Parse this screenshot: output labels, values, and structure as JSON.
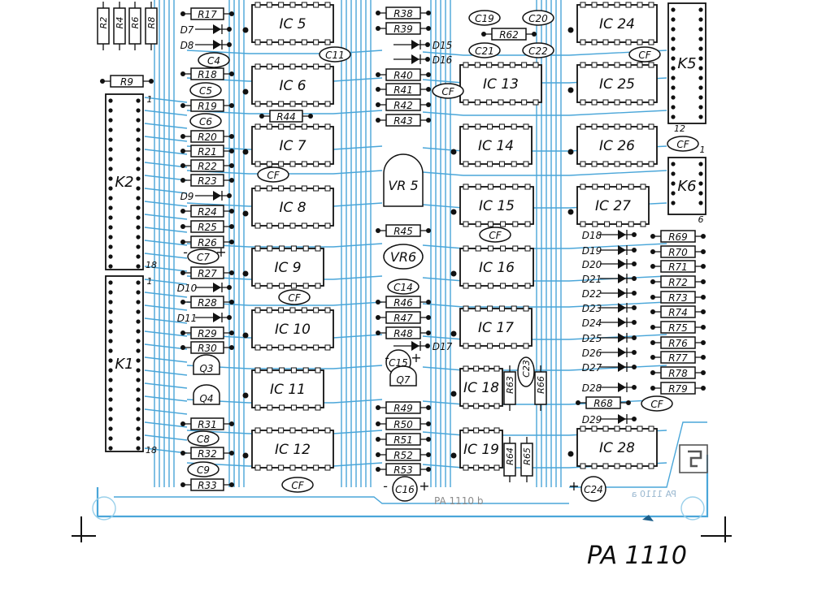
{
  "board": {
    "title": "PA 1110",
    "footer_text": "PA 1110 b",
    "mirror_text": "PA 1110 a",
    "colors": {
      "copper_trace": "#4aa6d9",
      "silkscreen": "#0f0f0f",
      "background": "#ffffff"
    }
  },
  "ics": [
    "IC 5",
    "IC 6",
    "IC 7",
    "IC 8",
    "IC 9",
    "IC 10",
    "IC 11",
    "IC 12",
    "IC 13",
    "IC 14",
    "IC 15",
    "IC 16",
    "IC 17",
    "IC 18",
    "IC 19",
    "IC 24",
    "IC 25",
    "IC 26",
    "IC 27",
    "IC 28"
  ],
  "connectors": [
    "K1",
    "K2",
    "K5",
    "K6"
  ],
  "connector_pins": {
    "k2_top": "1",
    "k2_bottom": "18",
    "k1_top": "1",
    "k1_bottom": "18",
    "k5_bottom": "12",
    "k6_top": "1",
    "k6_bottom": "6"
  },
  "regulators": [
    "VR 5",
    "VR6"
  ],
  "transistors": [
    "Q3",
    "Q4",
    "Q7"
  ],
  "resistors_top": [
    "R2",
    "R4",
    "R6",
    "R8"
  ],
  "resistors_left": [
    "R9",
    "R17",
    "R18",
    "R19",
    "R20",
    "R21",
    "R22",
    "R23",
    "R24",
    "R25",
    "R26",
    "R27",
    "R28",
    "R29",
    "R30",
    "R31",
    "R32",
    "R33",
    "R44"
  ],
  "resistors_mid": [
    "R38",
    "R39",
    "R40",
    "R41",
    "R42",
    "R43",
    "R45",
    "R46",
    "R47",
    "R48",
    "R49",
    "R50",
    "R51",
    "R52",
    "R53"
  ],
  "resistors_right": [
    "R62",
    "R63",
    "R64",
    "R65",
    "R66",
    "R68",
    "R69",
    "R70",
    "R71",
    "R72",
    "R73",
    "R74",
    "R75",
    "R76",
    "R77",
    "R78",
    "R79"
  ],
  "capacitors": [
    "C4",
    "C5",
    "C6",
    "C7",
    "C8",
    "C9",
    "C11",
    "C14",
    "C15",
    "C16",
    "C19",
    "C20",
    "C21",
    "C22",
    "C23",
    "C24",
    "CF"
  ],
  "diodes": [
    "D7",
    "D8",
    "D9",
    "D10",
    "D11",
    "D15",
    "D16",
    "D17",
    "D18",
    "D19",
    "D20",
    "D21",
    "D22",
    "D23",
    "D24",
    "D25",
    "D26",
    "D27",
    "D28",
    "D29"
  ],
  "polarity": {
    "plus": "+",
    "minus": "-"
  }
}
